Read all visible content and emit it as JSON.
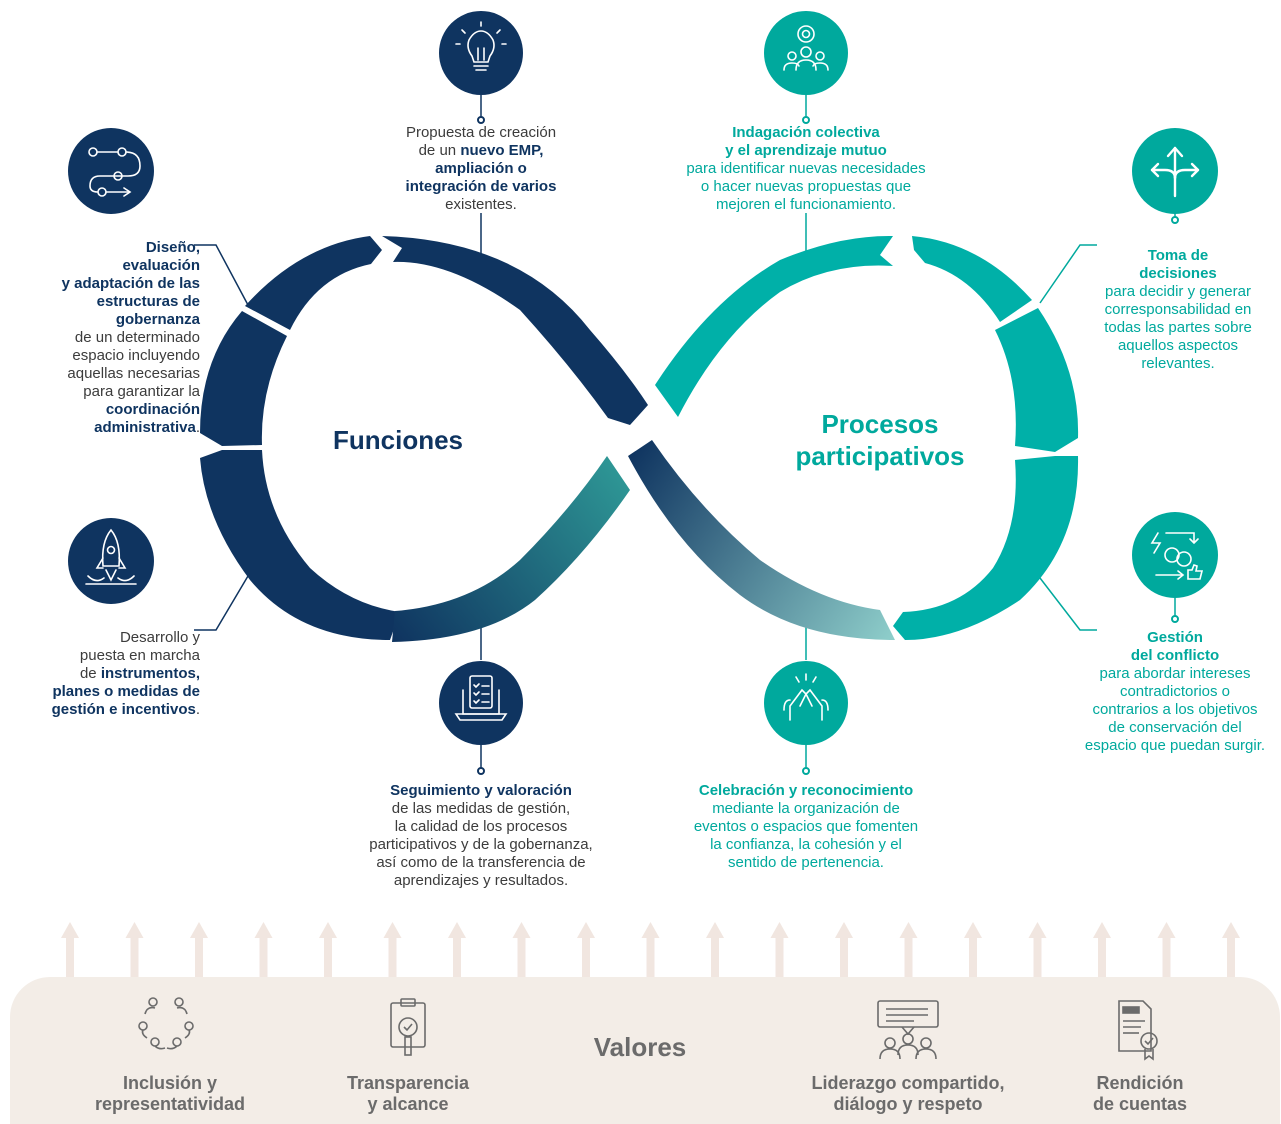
{
  "colors": {
    "navy": "#0f3460",
    "teal": "#00a99d",
    "beige": "#f3ede7",
    "arrow": "#f1e6e0",
    "gray_text": "#6b6b6b"
  },
  "diagram": {
    "left_title": "Funciones",
    "right_title_line1": "Procesos",
    "right_title_line2": "participativos"
  },
  "functions": {
    "propuesta": {
      "icon": "lightbulb-icon",
      "l1": "Propuesta de creación",
      "l2a": "de un ",
      "l2b": "nuevo EMP,",
      "l3": "ampliación o",
      "l4": "integración de varios",
      "l5": "existentes."
    },
    "diseno": {
      "icon": "workflow-icon",
      "b1": "Diseño,",
      "b2": "evaluación",
      "b3": "y adaptación de las",
      "b4": "estructuras de",
      "b5": "gobernanza",
      "n1": "de un determinado",
      "n2": "espacio incluyendo",
      "n3": "aquellas necesarias",
      "n4": "para garantizar la",
      "b6": "coordinación",
      "b7": "administrativa",
      "p": "."
    },
    "desarrollo": {
      "icon": "rocket-icon",
      "n1": "Desarrollo y",
      "n2": "puesta en marcha",
      "n3": "de ",
      "b1": "instrumentos,",
      "b2": "planes o medidas de",
      "b3": "gestión e incentivos",
      "p": "."
    },
    "seguimiento": {
      "icon": "laptop-checklist-icon",
      "b1": "Seguimiento y valoración",
      "n1": "de las medidas de gestión,",
      "n2": "la calidad de los procesos",
      "n3": "participativos y de la gobernanza,",
      "n4": "así como de la transferencia de",
      "n5": "aprendizajes y resultados."
    }
  },
  "processes": {
    "indagacion": {
      "icon": "team-gear-icon",
      "b1": "Indagación colectiva",
      "b2": "y el aprendizaje mutuo",
      "n1": "para identificar nuevas necesidades",
      "n2": "o hacer nuevas propuestas que",
      "n3": "mejoren el funcionamiento."
    },
    "toma": {
      "icon": "split-arrows-icon",
      "b1": "Toma de",
      "b2": "decisiones",
      "n1": "para decidir y generar",
      "n2": "corresponsabilidad en",
      "n3": "todas las partes sobre",
      "n4": "aquellos aspectos",
      "n5": "relevantes."
    },
    "conflicto": {
      "icon": "conflict-resolution-icon",
      "b1": "Gestión",
      "b2": "del conflicto",
      "n1": "para abordar intereses",
      "n2": "contradictorios o",
      "n3": "contrarios a los objetivos",
      "n4": "de conservación del",
      "n5": "espacio que puedan surgir."
    },
    "celebracion": {
      "icon": "high-five-icon",
      "b1": "Celebración y reconocimiento",
      "n1": "mediante la organización de",
      "n2": "eventos o espacios que fomenten",
      "n3": "la confianza, la cohesión y el",
      "n4": "sentido de pertenencia."
    }
  },
  "values": {
    "title": "Valores",
    "items": [
      {
        "icon": "people-circle-icon",
        "line1": "Inclusión y",
        "line2": "representatividad"
      },
      {
        "icon": "clipboard-magnifier-icon",
        "line1": "Transparencia",
        "line2": "y alcance"
      },
      {
        "icon": "speech-group-icon",
        "line1": "Liderazgo compartido,",
        "line2": "diálogo y respeto"
      },
      {
        "icon": "audit-document-icon",
        "line1": "Rendición",
        "line2": "de cuentas"
      }
    ]
  }
}
